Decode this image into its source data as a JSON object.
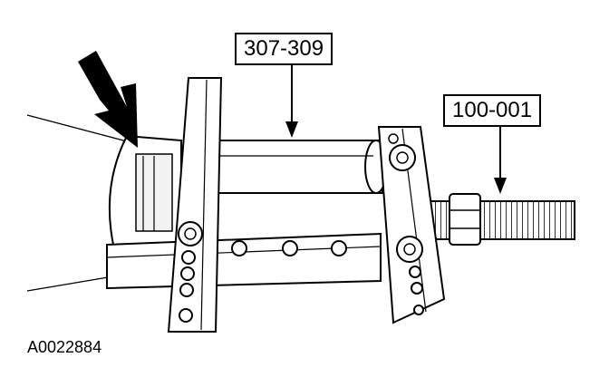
{
  "callouts": {
    "tool_a": "307-309",
    "tool_b": "100-001"
  },
  "figure_id": "A0022884"
}
